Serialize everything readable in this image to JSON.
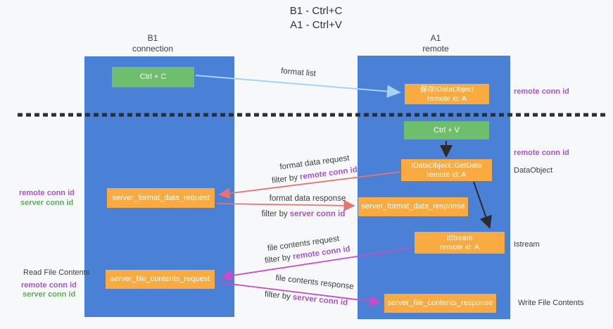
{
  "title": {
    "line1": "B1 - Ctrl+C",
    "line2": "A1 - Ctrl+V"
  },
  "lanes": {
    "left": {
      "title": "B1",
      "subtitle": "connection"
    },
    "right": {
      "title": "A1",
      "subtitle": "remote"
    }
  },
  "nodes": {
    "ctrl_c": {
      "label": "Ctrl + C"
    },
    "save_dataobject": {
      "line1": "保存IDataObject",
      "line2": "remote id: A"
    },
    "ctrl_v": {
      "label": "Ctrl + V"
    },
    "getdata": {
      "line1": "IDataObject::GetData",
      "line2": "remote id: A"
    },
    "format_request": {
      "label": "server_format_data_request"
    },
    "format_response": {
      "label": "server_format_data_response"
    },
    "istream": {
      "line1": "IStream",
      "line2": "remote id: A"
    },
    "file_request": {
      "label": "server_file_contents_request"
    },
    "file_response": {
      "label": "server_file_contents_response"
    }
  },
  "flow_labels": {
    "format_list": "format list",
    "format_data_request": {
      "title": "format data request",
      "filter_prefix": "filter by",
      "filter_key": "remote conn id"
    },
    "format_data_response": {
      "title": "format data response",
      "filter_prefix": "filter by",
      "filter_key": "server conn id"
    },
    "file_contents_request": {
      "title": "file contents request",
      "filter_prefix": "filter by",
      "filter_key": "remote conn id"
    },
    "file_contents_response": {
      "title": "file contents response",
      "filter_prefix": "filter by",
      "filter_key": "server conn id"
    }
  },
  "side_labels": {
    "right_remote_conn_top": "remote conn id",
    "right_remote_conn_mid": "remote conn id",
    "dataobject": "DataObject",
    "istream": "Istream",
    "write_file_contents": "Write File Contents",
    "left_remote_conn_mid": "remote conn id",
    "left_server_conn_mid": "server conn id",
    "read_file_contents": "Read File Contents",
    "left_remote_conn_bottom": "remote conn id",
    "left_server_conn_bottom": "server conn id"
  },
  "colors": {
    "lane_blue": "#4a80d6",
    "node_orange": "#f9ab42",
    "node_green": "#6fbe6d",
    "text_purple": "#a855cc",
    "text_green": "#57b259",
    "arrow_salmon": "#e87373",
    "arrow_magenta": "#cb4bc6",
    "arrow_lightblue": "#a6d2f5",
    "arrow_black": "#2b2b2b"
  }
}
